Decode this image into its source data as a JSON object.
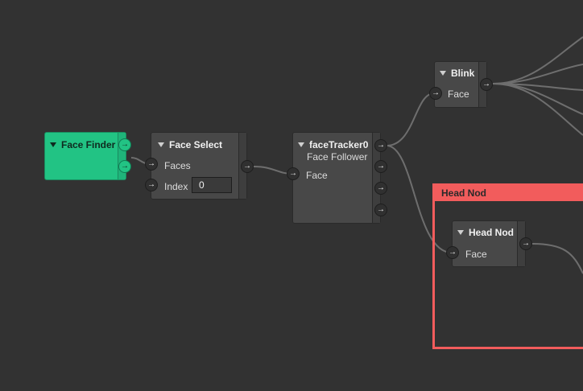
{
  "nodes": {
    "face_finder": {
      "title": "Face Finder"
    },
    "face_select": {
      "title": "Face Select",
      "inputs": [
        "Faces",
        "Index"
      ],
      "index_value": "0"
    },
    "face_tracker": {
      "title": "faceTracker0",
      "subtitle": "Face Follower",
      "inputs": [
        "Face"
      ]
    },
    "blink": {
      "title": "Blink",
      "inputs": [
        "Face"
      ]
    },
    "head_nod": {
      "title": "Head Nod",
      "inputs": [
        "Face"
      ]
    }
  },
  "group": {
    "title": "Head Nod"
  },
  "icons": {
    "port": "→"
  },
  "colors": {
    "canvas": "#323232",
    "node": "#484848",
    "face_finder": "#22c384",
    "group_border": "#f25c5c",
    "wire": "#707070"
  }
}
